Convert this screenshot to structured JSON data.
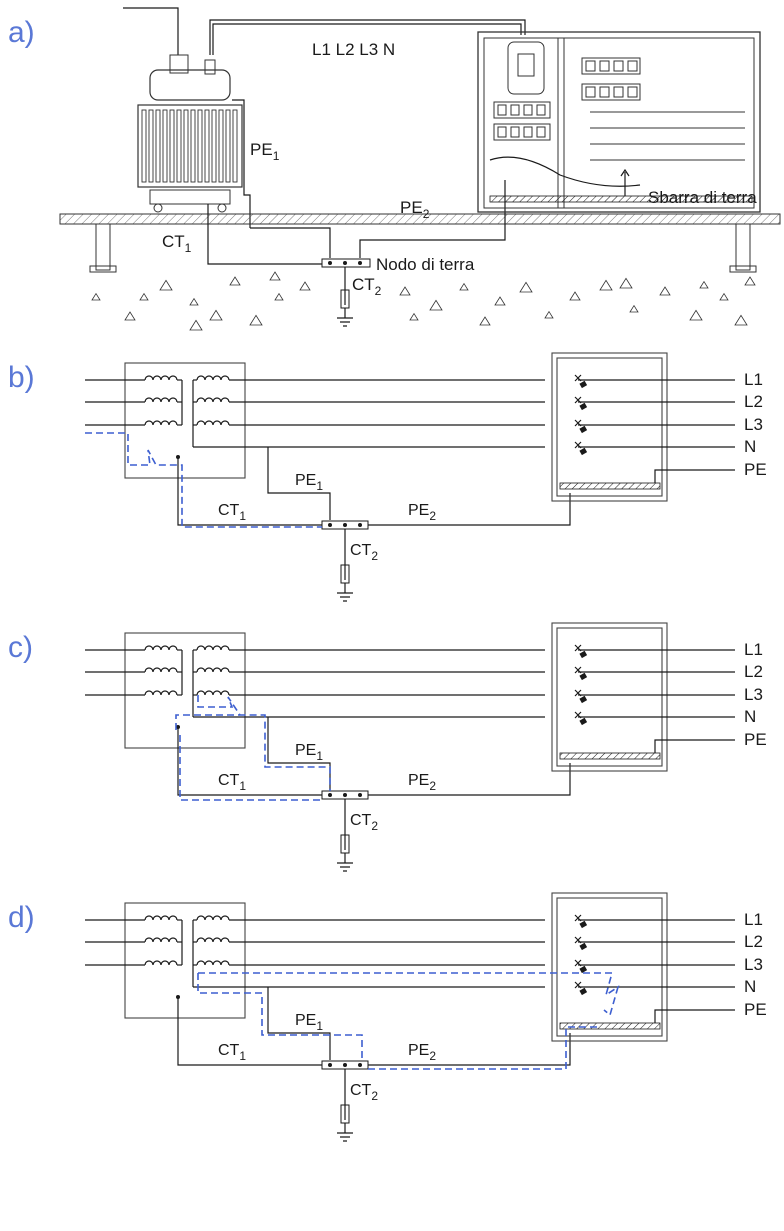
{
  "panel_a": {
    "label": "a)",
    "lines_label": "L1 L2 L3 N",
    "pe1": "PE",
    "pe1_sub": "1",
    "ct1": "CT",
    "ct1_sub": "1",
    "pe2": "PE",
    "pe2_sub": "2",
    "node": "Nodo di terra",
    "ct2": "CT",
    "ct2_sub": "2",
    "bus": "Sbarra di terra"
  },
  "panel_b": {
    "label": "b)",
    "pe1": "PE",
    "pe1_sub": "1",
    "ct1": "CT",
    "ct1_sub": "1",
    "pe2": "PE",
    "pe2_sub": "2",
    "ct2": "CT",
    "ct2_sub": "2",
    "outputs": [
      "L1",
      "L2",
      "L3",
      "N",
      "PE"
    ]
  },
  "panel_c": {
    "label": "c)",
    "pe1": "PE",
    "pe1_sub": "1",
    "ct1": "CT",
    "ct1_sub": "1",
    "pe2": "PE",
    "pe2_sub": "2",
    "ct2": "CT",
    "ct2_sub": "2",
    "outputs": [
      "L1",
      "L2",
      "L3",
      "N",
      "PE"
    ]
  },
  "panel_d": {
    "label": "d)",
    "pe1": "PE",
    "pe1_sub": "1",
    "ct1": "CT",
    "ct1_sub": "1",
    "pe2": "PE",
    "pe2_sub": "2",
    "ct2": "CT",
    "ct2_sub": "2",
    "outputs": [
      "L1",
      "L2",
      "L3",
      "N",
      "PE"
    ]
  },
  "colors": {
    "panel_label": "#5a78d6",
    "fault_path": "#3d5fd0",
    "line": "#1a1a1a"
  }
}
